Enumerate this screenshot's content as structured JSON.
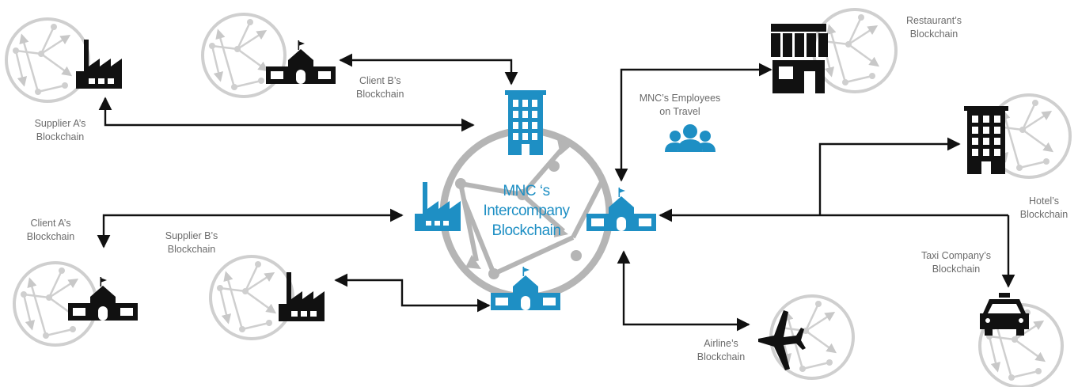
{
  "center": {
    "line1": "MNC ‘s",
    "line2": "Intercompany",
    "line3": "Blockchain"
  },
  "labels": {
    "supplier_a": [
      "Supplier A’s",
      "Blockchain"
    ],
    "client_b": [
      "Client B’s",
      "Blockchain"
    ],
    "client_a": [
      "Client A’s",
      "Blockchain"
    ],
    "supplier_b": [
      "Supplier B’s",
      "Blockchain"
    ],
    "employees": [
      "MNC’s Employees",
      "on Travel"
    ],
    "restaurant": [
      "Restaurant’s",
      "Blockchain"
    ],
    "hotel": [
      "Hotel’s",
      "Blockchain"
    ],
    "taxi": [
      "Taxi Company’s",
      "Blockchain"
    ],
    "airline": [
      "Airline’s",
      "Blockchain"
    ]
  },
  "colors": {
    "accent_blue": "#1e8fc4",
    "network_gray": "#c8c8c8",
    "center_ring_gray": "#b5b5b5",
    "arrow_black": "#111111",
    "label_gray": "#6b6b6b"
  },
  "icons": {
    "participants": [
      "factory-icon",
      "school-building-icon",
      "shop-icon",
      "office-tower-icon",
      "taxi-icon",
      "airplane-icon",
      "people-group-icon",
      "blockchain-network-icon"
    ]
  }
}
